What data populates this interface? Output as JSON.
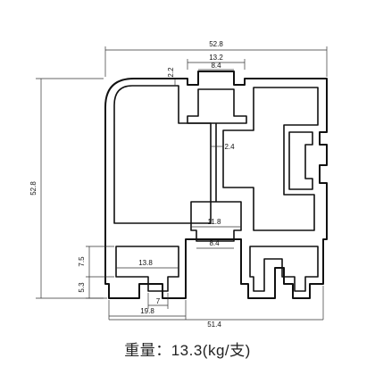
{
  "dimensions": {
    "overall_width_top": "52.8",
    "top_opening": "13.2",
    "top_neck": "8.4",
    "wall_thickness": "2.2",
    "web_thickness": "2.4",
    "overall_height_left": "52.8",
    "mid_slot_width": "11.8",
    "mid_slot_neck": "8.4",
    "bottom_slot_width": "13.8",
    "bottom_slot_height": "7.5",
    "bottom_slot_lip": "5.3",
    "bottom_slot_neck": "7",
    "bottom_slot_span": "19.8",
    "overall_width_bottom": "51.4"
  },
  "caption": "重量：13.3(kg/支)"
}
